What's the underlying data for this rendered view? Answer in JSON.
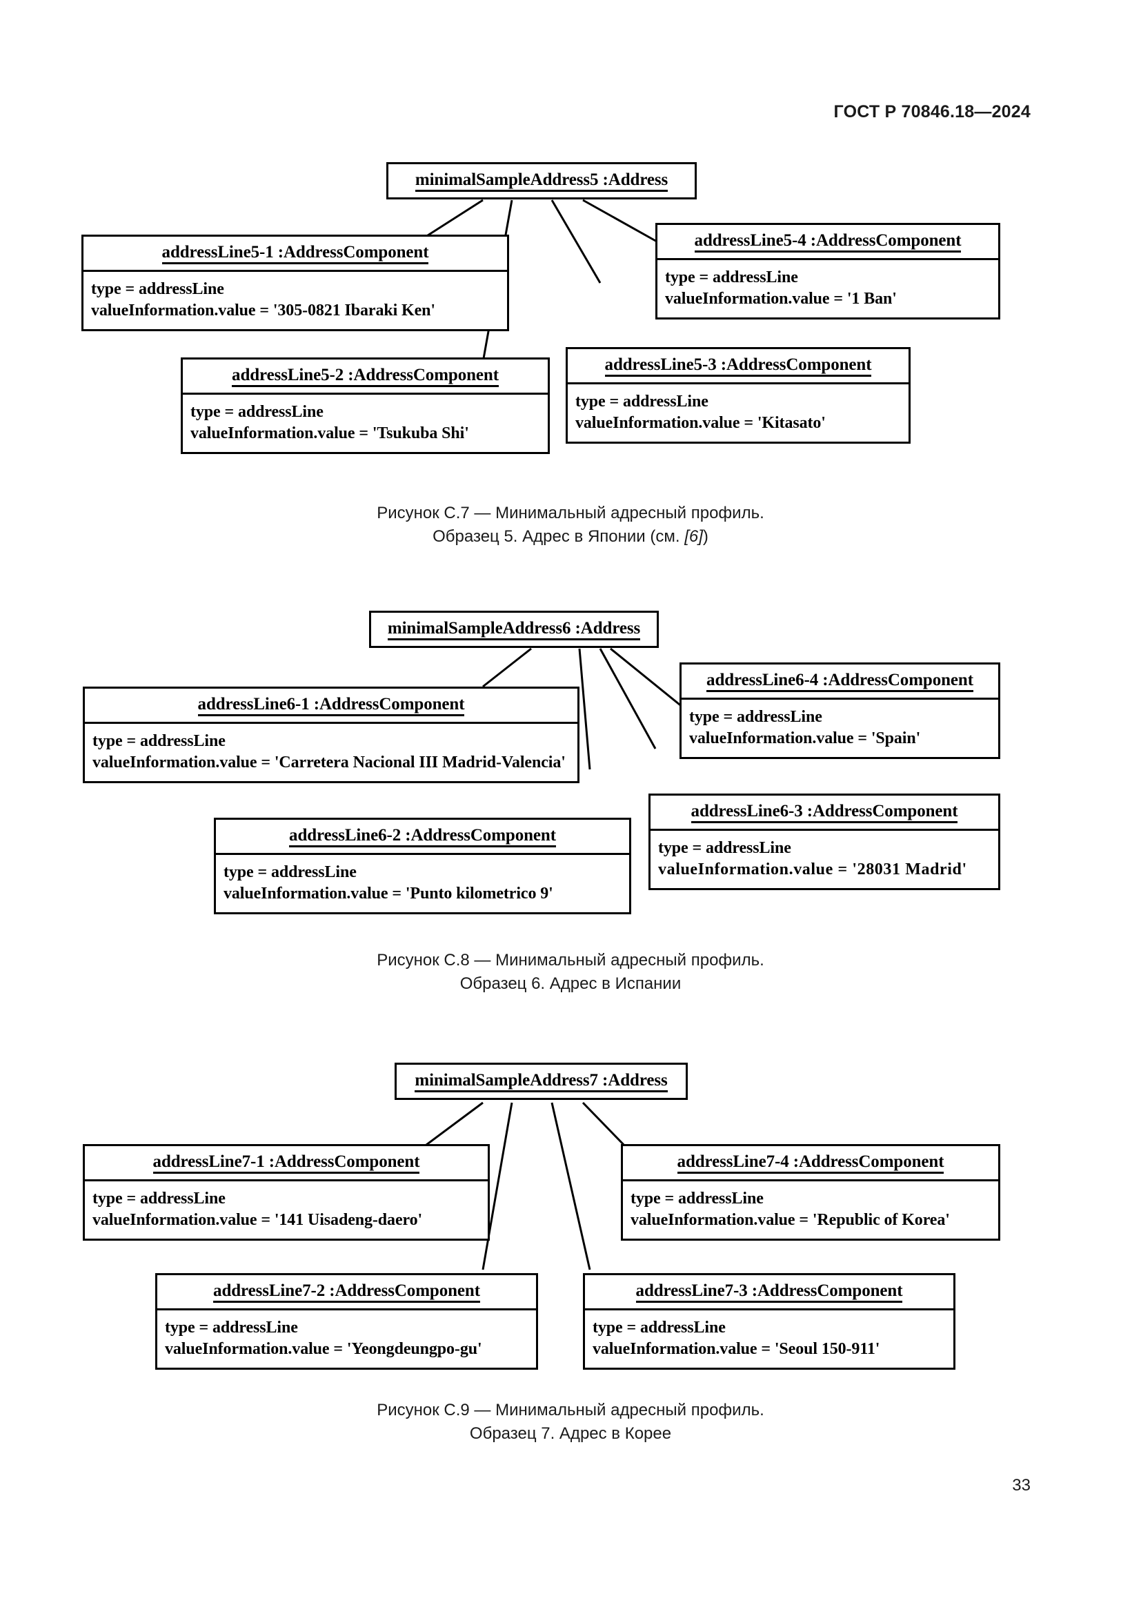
{
  "header": {
    "standard_id": "ГОСТ Р 70846.18—2024"
  },
  "page_number": "33",
  "figures": [
    {
      "id": "figure-c7",
      "root": {
        "title": "minimalSampleAddress5 :Address"
      },
      "components": [
        {
          "name": "addressLine5-1",
          "title": "addressLine5-1 :AddressComponent",
          "attr_type": "type = addressLine",
          "attr_value": "valueInformation.value = '305-0821 Ibaraki Ken'"
        },
        {
          "name": "addressLine5-2",
          "title": "addressLine5-2 :AddressComponent",
          "attr_type": "type = addressLine",
          "attr_value": "valueInformation.value = 'Tsukuba Shi'"
        },
        {
          "name": "addressLine5-3",
          "title": "addressLine5-3 :AddressComponent",
          "attr_type": "type = addressLine",
          "attr_value": "valueInformation.value = 'Kitasato'"
        },
        {
          "name": "addressLine5-4",
          "title": "addressLine5-4 :AddressComponent",
          "attr_type": "type = addressLine",
          "attr_value": "valueInformation.value = '1 Ban'"
        }
      ],
      "caption_line1": "Рисунок С.7 — Минимальный адресный профиль.",
      "caption_line2_pre": "Образец 5. Адрес в Японии (см. ",
      "caption_line2_ref": "[6]",
      "caption_line2_post": ")"
    },
    {
      "id": "figure-c8",
      "root": {
        "title": "minimalSampleAddress6 :Address"
      },
      "components": [
        {
          "name": "addressLine6-1",
          "title": "addressLine6-1 :AddressComponent",
          "attr_type": "type = addressLine",
          "attr_value": "valueInformation.value = 'Carretera Nacional III Madrid-Valencia'"
        },
        {
          "name": "addressLine6-2",
          "title": "addressLine6-2 :AddressComponent",
          "attr_type": "type = addressLine",
          "attr_value": "valueInformation.value = 'Punto kilometrico 9'"
        },
        {
          "name": "addressLine6-3",
          "title": "addressLine6-3 :AddressComponent",
          "attr_type": "type = addressLine",
          "attr_value": "valueInformation.value = '28031 Madrid'"
        },
        {
          "name": "addressLine6-4",
          "title": "addressLine6-4 :AddressComponent",
          "attr_type": "type = addressLine",
          "attr_value": "valueInformation.value = 'Spain'"
        }
      ],
      "caption_line1": "Рисунок С.8 — Минимальный адресный профиль.",
      "caption_line2_pre": "Образец 6. Адрес в Испании",
      "caption_line2_ref": "",
      "caption_line2_post": ""
    },
    {
      "id": "figure-c9",
      "root": {
        "title": "minimalSampleAddress7 :Address"
      },
      "components": [
        {
          "name": "addressLine7-1",
          "title": "addressLine7-1 :AddressComponent",
          "attr_type": "type = addressLine",
          "attr_value": "valueInformation.value = '141 Uisadeng-daero'"
        },
        {
          "name": "addressLine7-2",
          "title": "addressLine7-2 :AddressComponent",
          "attr_type": "type = addressLine",
          "attr_value": "valueInformation.value = 'Yeongdeungpo-gu'"
        },
        {
          "name": "addressLine7-3",
          "title": "addressLine7-3 :AddressComponent",
          "attr_type": "type = addressLine",
          "attr_value": "valueInformation.value = 'Seoul 150-911'"
        },
        {
          "name": "addressLine7-4",
          "title": "addressLine7-4 :AddressComponent",
          "attr_type": "type = addressLine",
          "attr_value": "valueInformation.value = 'Republic of Korea'"
        }
      ],
      "caption_line1": "Рисунок С.9 — Минимальный адресный профиль.",
      "caption_line2_pre": "Образец 7. Адрес в Корее",
      "caption_line2_ref": "",
      "caption_line2_post": ""
    }
  ]
}
